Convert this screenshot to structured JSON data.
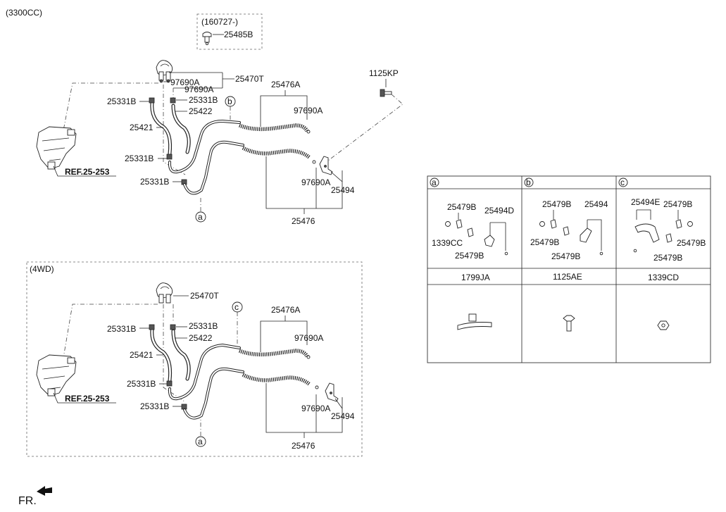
{
  "variants": {
    "engine": "(3300CC)",
    "drive": "(4WD)"
  },
  "notes": {
    "date_code": "(160727-)"
  },
  "parts": {
    "p25485B": "25485B",
    "p97690A": "97690A",
    "p25470T": "25470T",
    "p25476A": "25476A",
    "p1125KP": "1125KP",
    "p25331B": "25331B",
    "p25422": "25422",
    "p25421": "25421",
    "p25494": "25494",
    "p25476": "25476"
  },
  "references": {
    "ref_25_253": "REF.25-253"
  },
  "callouts": {
    "a": "a",
    "b": "b",
    "c": "c"
  },
  "detail_table": {
    "columns": [
      {
        "tag": "a",
        "parts": [
          "25479B",
          "25494D",
          "1339CC",
          "25479B"
        ],
        "bottom_part": "1799JA"
      },
      {
        "tag": "b",
        "parts": [
          "25479B",
          "25494",
          "25479B",
          "25479B"
        ],
        "bottom_part": "1125AE"
      },
      {
        "tag": "c",
        "parts": [
          "25494E",
          "25479B",
          "25479B",
          "25479B"
        ],
        "bottom_part": "1339CD"
      }
    ]
  },
  "footer": {
    "front_label": "FR."
  },
  "icons": [
    "arrow-left-icon"
  ],
  "colors": {
    "line": "#222222",
    "background": "#ffffff"
  }
}
